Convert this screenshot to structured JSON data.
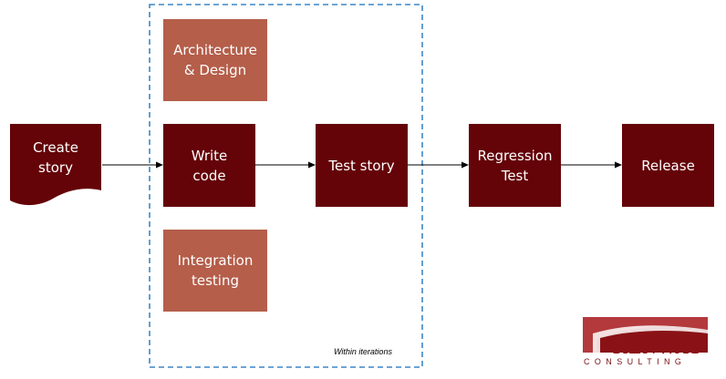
{
  "colors": {
    "dark": "#640308",
    "light": "#b55e4a",
    "dashed_border": "#3f86c6",
    "arrow": "#000000"
  },
  "nodes": {
    "create_story": {
      "line1": "Create",
      "line2": "story"
    },
    "architecture": {
      "line1": "Architecture",
      "line2": "& Design"
    },
    "write_code": {
      "line1": "Write",
      "line2": "code"
    },
    "integration": {
      "line1": "Integration",
      "line2": "testing"
    },
    "test_story": {
      "line1": "Test story"
    },
    "regression": {
      "line1": "Regression",
      "line2": "Test"
    },
    "release": {
      "line1": "Release"
    }
  },
  "iteration_label": "Within iterations",
  "logo": {
    "brand": "KENWAY",
    "sub": "CONSULTING",
    "icon": "kenway-logo-icon"
  }
}
